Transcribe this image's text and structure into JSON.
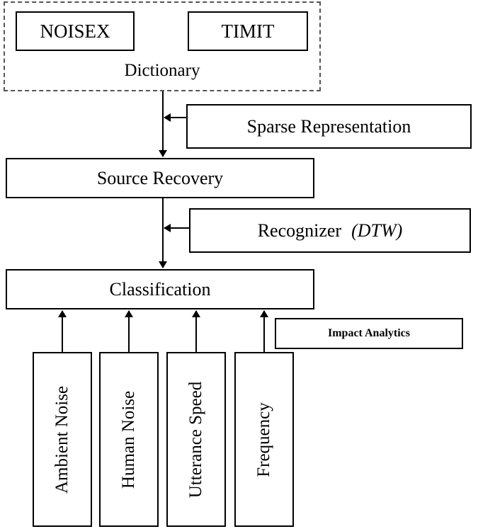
{
  "dictionary": {
    "label": "Dictionary",
    "noisex": "NOISEX",
    "timit": "TIMIT"
  },
  "sparse_representation": "Sparse Representation",
  "source_recovery": "Source Recovery",
  "recognizer": {
    "label": "Recognizer",
    "method": "(DTW)"
  },
  "classification": "Classification",
  "impact_analytics": "Impact Analytics",
  "factors": {
    "ambient_noise": "Ambient Noise",
    "human_noise": "Human Noise",
    "utterance_speed": "Utterance Speed",
    "frequency": "Frequency"
  }
}
